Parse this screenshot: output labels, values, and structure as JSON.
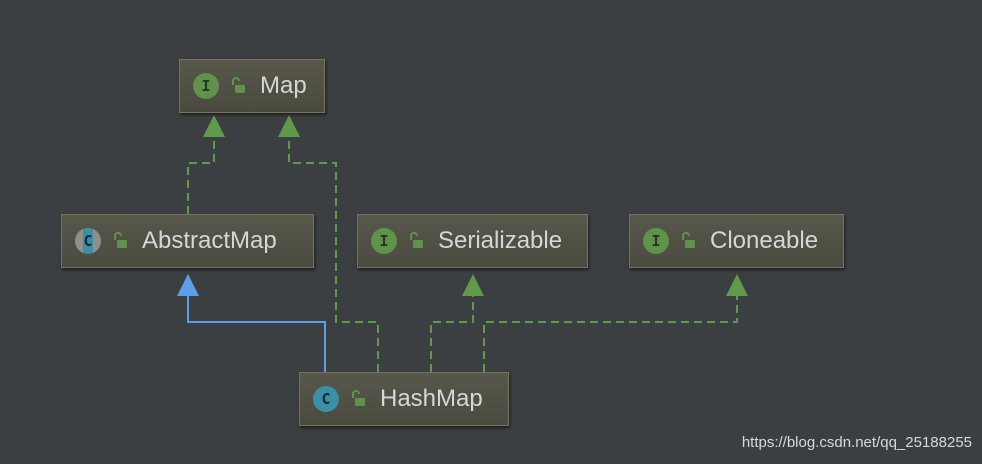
{
  "nodes": {
    "map": {
      "label": "Map",
      "kind": "I"
    },
    "abstract_map": {
      "label": "AbstractMap",
      "kind": "C"
    },
    "serializable": {
      "label": "Serializable",
      "kind": "I"
    },
    "cloneable": {
      "label": "Cloneable",
      "kind": "I"
    },
    "hash_map": {
      "label": "HashMap",
      "kind": "C"
    }
  },
  "edges": [
    {
      "from": "AbstractMap",
      "to": "Map",
      "relation": "implements"
    },
    {
      "from": "HashMap",
      "to": "Map",
      "relation": "implements"
    },
    {
      "from": "HashMap",
      "to": "AbstractMap",
      "relation": "extends"
    },
    {
      "from": "HashMap",
      "to": "Serializable",
      "relation": "implements"
    },
    {
      "from": "HashMap",
      "to": "Cloneable",
      "relation": "implements"
    }
  ],
  "colors": {
    "background": "#3c3f41",
    "implements_edge": "#5e9a4a",
    "extends_edge": "#5a9fe8",
    "interface_badge": "#61924b",
    "class_badge": "#3d8fa5"
  },
  "watermark": "https://blog.csdn.net/qq_25188255"
}
